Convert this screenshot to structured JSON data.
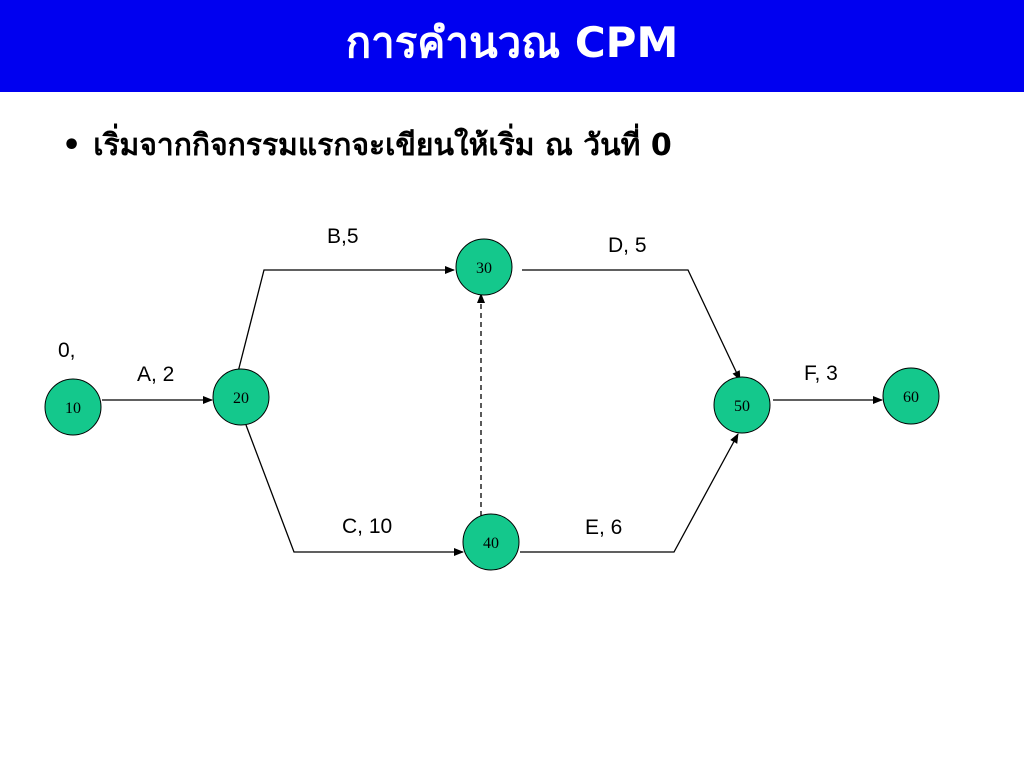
{
  "slide": {
    "title": "การคำนวณ CPM",
    "bullet_symbol": "•",
    "bullet_text": "เริ่มจากกิจกรรมแรกจะเขียนให้เริ่ม ณ วันที่ 0"
  },
  "colors": {
    "title_bar": "#0000f0",
    "node_fill": "#14c88c",
    "line": "#000000"
  },
  "diagram": {
    "start_annotation": "0,",
    "nodes": [
      {
        "id": "10",
        "label": "10"
      },
      {
        "id": "20",
        "label": "20"
      },
      {
        "id": "30",
        "label": "30"
      },
      {
        "id": "40",
        "label": "40"
      },
      {
        "id": "50",
        "label": "50"
      },
      {
        "id": "60",
        "label": "60"
      }
    ],
    "edges": [
      {
        "from": "10",
        "to": "20",
        "label": "A, 2",
        "style": "solid"
      },
      {
        "from": "20",
        "to": "30",
        "label": "B,5",
        "style": "solid"
      },
      {
        "from": "20",
        "to": "40",
        "label": "C, 10",
        "style": "solid"
      },
      {
        "from": "30",
        "to": "50",
        "label": "D, 5",
        "style": "solid"
      },
      {
        "from": "40",
        "to": "50",
        "label": "E, 6",
        "style": "solid"
      },
      {
        "from": "50",
        "to": "60",
        "label": "F, 3",
        "style": "solid"
      },
      {
        "from": "40",
        "to": "30",
        "label": "",
        "style": "dashed"
      }
    ]
  }
}
